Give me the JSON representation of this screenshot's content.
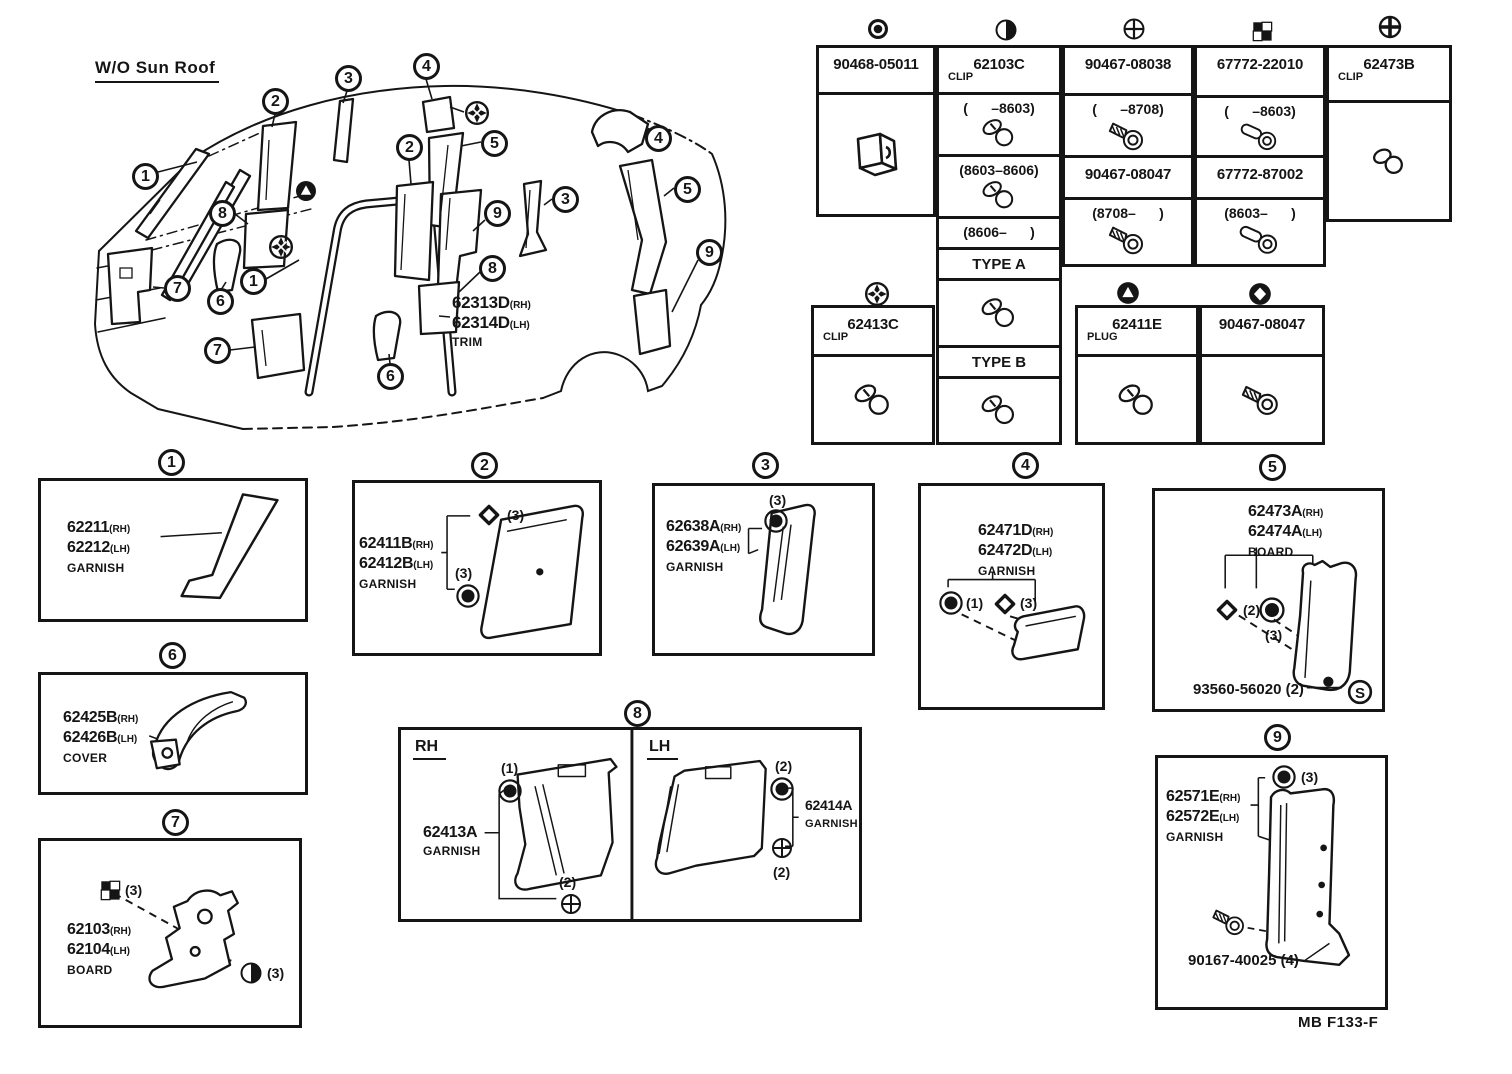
{
  "diagram": {
    "note": "W/O Sun Roof",
    "trim": {
      "pn_rh": "62313D",
      "side_rh": "(RH)",
      "pn_lh": "62314D",
      "side_lh": "(LH)",
      "name": "TRIM"
    },
    "callouts": [
      "1",
      "2",
      "3",
      "4",
      "5",
      "2",
      "4",
      "5",
      "3",
      "9",
      "8",
      "9",
      "8",
      "1",
      "7",
      "6",
      "7",
      "6"
    ]
  },
  "icons": {
    "ring-circle-icon": "filled circle with inner ring",
    "half-circle-icon": "half-filled circle",
    "cross-circle-icon": "circle with cross",
    "squares-icon": "checkered squares",
    "bold-cross-circle-icon": "circle with bold cross",
    "star-circle-icon": "star in circle",
    "triangle-circle-icon": "white triangle in filled circle",
    "diamond-circle-icon": "white diamond in filled circle",
    "dot-icon": "filled dot with ring",
    "diamond-icon": "thick outline diamond",
    "thin-cross-circle-icon": "circle with thin cross",
    "s-circle-icon": "S"
  },
  "fastener_table": {
    "col1": {
      "part_number": "90468-05011"
    },
    "col2": {
      "part_number": "62103C",
      "label": "CLIP",
      "range1": "(      –8603)",
      "range2": "(8603–8606)",
      "range3": "(8606–      )",
      "type_a": "TYPE A",
      "type_b": "TYPE B"
    },
    "col3": {
      "part_number": "90467-08038",
      "range1": "(      –8708)",
      "part_number2": "90467-08047",
      "range2": "(8708–      )"
    },
    "col4": {
      "part_number": "67772-22010",
      "range1": "(      –8603)",
      "part_number2": "67772-87002",
      "range2": "(8603–      )"
    },
    "col5": {
      "part_number": "62473B",
      "label": "CLIP"
    },
    "boxA": {
      "part_number": "62413C",
      "label": "CLIP"
    },
    "boxB": {
      "part_number": "62411E",
      "label": "PLUG"
    },
    "boxC": {
      "part_number": "90467-08047"
    }
  },
  "details": {
    "box1": {
      "num": "1",
      "pn1": "62211",
      "side1": "(RH)",
      "pn2": "62212",
      "side2": "(LH)",
      "name": "GARNISH"
    },
    "box2": {
      "num": "2",
      "pn1": "62411B",
      "side1": "(RH)",
      "pn2": "62412B",
      "side2": "(LH)",
      "name": "GARNISH",
      "diamond_count": "(3)",
      "dot_count": "(3)"
    },
    "box3": {
      "num": "3",
      "pn1": "62638A",
      "side1": "(RH)",
      "pn2": "62639A",
      "side2": "(LH)",
      "name": "GARNISH",
      "dot_count": "(3)"
    },
    "box4": {
      "num": "4",
      "pn1": "62471D",
      "side1": "(RH)",
      "pn2": "62472D",
      "side2": "(LH)",
      "name": "GARNISH",
      "dot_count": "(1)",
      "diamond_count": "(3)"
    },
    "box5": {
      "num": "5",
      "pn1": "62473A",
      "side1": "(RH)",
      "pn2": "62474A",
      "side2": "(LH)",
      "name": "BOARD",
      "diamond_count": "(2)",
      "dot_count": "(3)",
      "screw_pn": "93560-56020",
      "screw_count": "(2)"
    },
    "box6": {
      "num": "6",
      "pn1": "62425B",
      "side1": "(RH)",
      "pn2": "62426B",
      "side2": "(LH)",
      "name": "COVER"
    },
    "box7": {
      "num": "7",
      "pn1": "62103",
      "side1": "(RH)",
      "pn2": "62104",
      "side2": "(LH)",
      "name": "BOARD",
      "squares_count": "(3)",
      "half_count": "(3)"
    },
    "box8": {
      "num": "8",
      "rh_label": "RH",
      "lh_label": "LH",
      "rh_pn": "62413A",
      "rh_name": "GARNISH",
      "rh_dot_count": "(1)",
      "rh_cross_count": "(2)",
      "lh_pn": "62414A",
      "lh_name": "GARNISH",
      "lh_dot_count": "(2)",
      "lh_cross_count": "(2)"
    },
    "box9": {
      "num": "9",
      "pn1": "62571E",
      "side1": "(RH)",
      "pn2": "62572E",
      "side2": "(LH)",
      "name": "GARNISH",
      "dot_count": "(3)",
      "screw_pn": "90167-40025",
      "screw_count": "(4)"
    }
  },
  "footer": {
    "page_code": "MB F133-F"
  }
}
